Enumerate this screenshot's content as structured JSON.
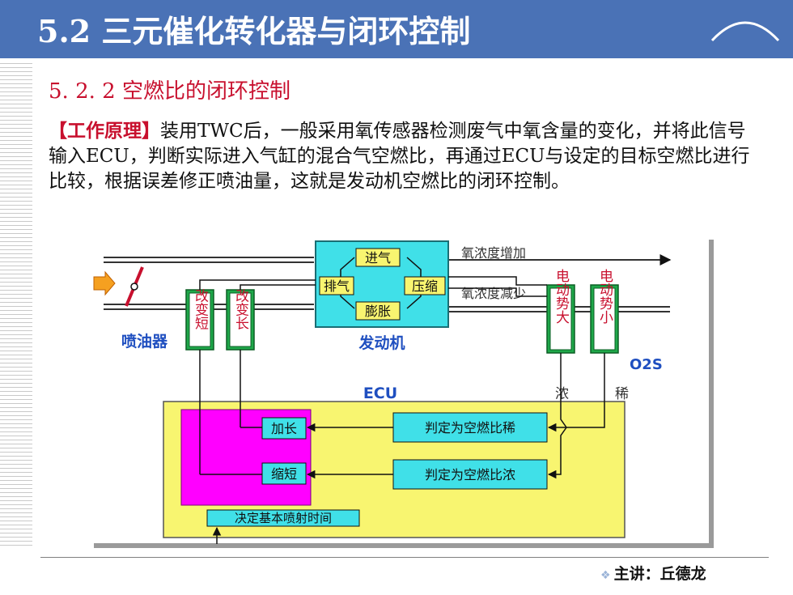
{
  "header": {
    "title": "5.2 三元催化转化器与闭环控制"
  },
  "subtitle": "5. 2. 2 空燃比的闭环控制",
  "paragraph": {
    "key": "【工作原理】",
    "text": "装用TWC后，一般采用氧传感器检测废气中氧含量的变化，并将此信号输入ECU，判断实际进入气缸的混合气空燃比，再通过ECU与设定的目标空燃比进行比较，根据误差修正喷油量，这就是发动机空燃比的闭环控制。"
  },
  "diagram": {
    "engine": {
      "intake": "进气",
      "exhaust": "排气",
      "compress": "压缩",
      "expand": "膨胀",
      "label": "发动机"
    },
    "oxygen_up": "氧浓度增加",
    "oxygen_down": "氧浓度减少",
    "injector": "喷油器",
    "shorten_box": "改变短",
    "lengthen_box": "改变长",
    "emf_high": "电动势大",
    "emf_low": "电动势小",
    "o2s": "O2S",
    "ecu": "ECU",
    "rich": "浓",
    "lean": "稀",
    "lengthen": "加长",
    "shorten": "缩短",
    "judge_lean": "判定为空燃比稀",
    "judge_rich": "判定为空燃比浓",
    "base_time": "决定基本喷射时间"
  },
  "footer": {
    "bullet": "❖",
    "speaker": "主讲：丘德龙"
  },
  "colors": {
    "header": "#4a72b6",
    "accent_red": "#c8102e",
    "cyan": "#40e0e8",
    "green": "#1fa84a",
    "yellow": "#f8f570",
    "magenta": "#ff00ff",
    "blue_text": "#1f4fc0"
  }
}
